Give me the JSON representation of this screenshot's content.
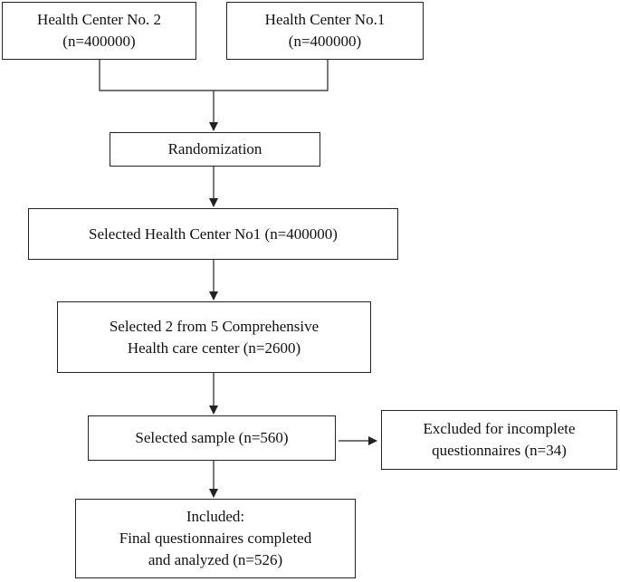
{
  "flowchart": {
    "health_center_2": {
      "line1": "Health Center No. 2",
      "line2": "(n=400000)"
    },
    "health_center_1": {
      "line1": "Health Center No.1",
      "line2": "(n=400000)"
    },
    "randomization": {
      "line1": "Randomization"
    },
    "selected_center": {
      "line1": "Selected Health Center No1 (n=400000)"
    },
    "selected_comprehensive": {
      "line1": "Selected 2 from 5 Comprehensive",
      "line2": "Health care center (n=2600)"
    },
    "selected_sample": {
      "line1": "Selected sample (n=560)"
    },
    "excluded": {
      "line1": "Excluded for incomplete",
      "line2": "questionnaires (n=34)"
    },
    "included": {
      "line1": "Included:",
      "line2": "Final questionnaires completed",
      "line3": "and analyzed (n=526)"
    }
  }
}
